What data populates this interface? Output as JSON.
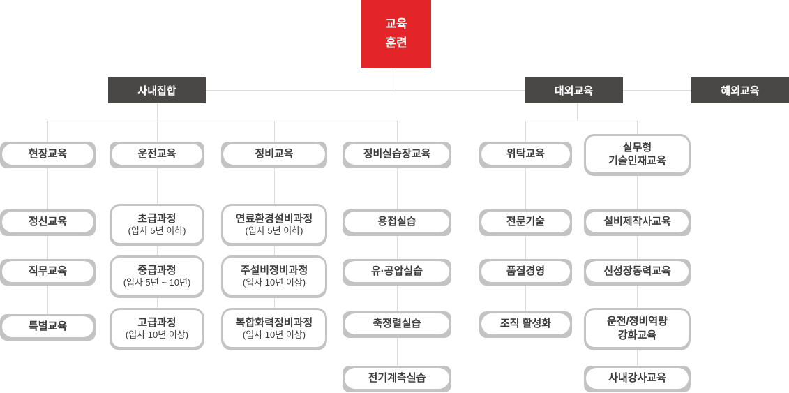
{
  "colors": {
    "root_bg": "#e32429",
    "branch_bg": "#4a4847",
    "box_border": "#c3c3c3",
    "connector": "#dcdcdc",
    "text": "#3b3b3b"
  },
  "root": {
    "line1": "교육",
    "line2": "훈련"
  },
  "level2": [
    {
      "label": "사내집합"
    },
    {
      "label": "대외교육"
    },
    {
      "label": "해외교육"
    }
  ],
  "groups": {
    "g1": {
      "header": "현장교육",
      "items": [
        "정신교육",
        "직무교육",
        "특별교육"
      ]
    },
    "g2": {
      "header": "운전교육",
      "items": [
        {
          "title": "초급과정",
          "sub": "(입사 5년 이하)"
        },
        {
          "title": "중급과정",
          "sub": "(입사 5년 ~ 10년)"
        },
        {
          "title": "고급과정",
          "sub": "(입사 10년 이상)"
        }
      ]
    },
    "g3": {
      "header": "정비교육",
      "items": [
        {
          "title": "연료환경설비과정",
          "sub": "(입사 5년 이하)"
        },
        {
          "title": "주설비정비과정",
          "sub": "(입사 10년 이상)"
        },
        {
          "title": "복합화력정비과정",
          "sub": "(입사 10년 이상)"
        }
      ]
    },
    "g4": {
      "header": "정비실습장교육",
      "items": [
        "용접실습",
        "유·공압실습",
        "축정렬실습",
        "전기계측실습"
      ]
    },
    "g5": {
      "header": "위탁교육",
      "items": [
        "전문기술",
        "품질경영",
        "조직 활성화"
      ]
    },
    "g6": {
      "header_line1": "실무형",
      "header_line2": "기술인재교육",
      "items": [
        "설비제작사교육",
        "신성장동력교육",
        {
          "line1": "운전/정비역량",
          "line2": "강화교육"
        },
        "사내강사교육"
      ]
    }
  }
}
